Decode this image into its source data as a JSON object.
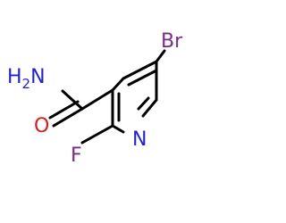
{
  "molecule": {
    "atoms": [
      {
        "id": "br",
        "symbol": "Br",
        "color": "#7b2a8c"
      },
      {
        "id": "n_ring",
        "symbol": "N",
        "color": "#1f1fe0"
      },
      {
        "id": "f",
        "symbol": "F",
        "color": "#7b2a8c"
      },
      {
        "id": "o",
        "symbol": "O",
        "color": "#e01b1b"
      },
      {
        "id": "nh2",
        "symbol": "H",
        "subscript": "2",
        "suffix": "N",
        "color": "#1f1fe0"
      }
    ]
  }
}
